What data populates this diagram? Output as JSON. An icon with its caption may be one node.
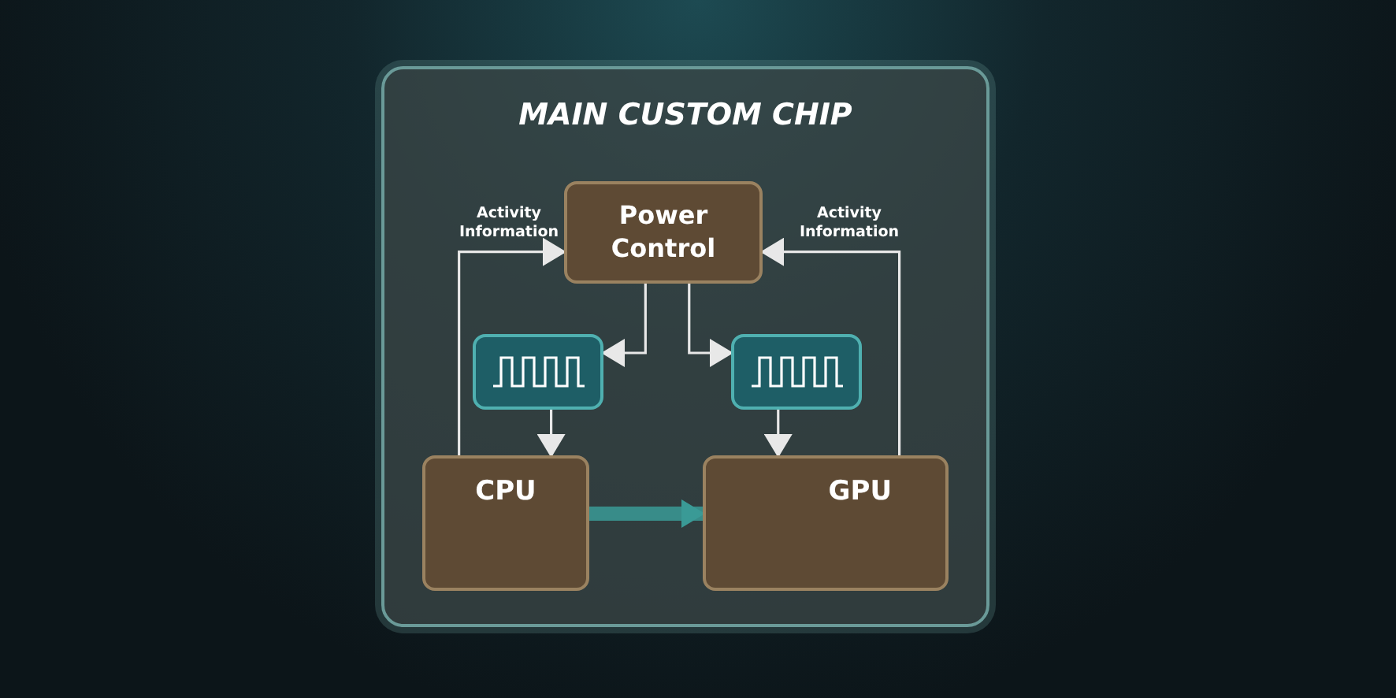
{
  "diagram": {
    "nodes": [
      {
        "text": [
          "MAIN CUSTOM CHIP"
        ]
      },
      {
        "text": [
          "Power Control"
        ],
        "in": 0
      },
      {
        "text": [],
        "shape": "box",
        "in": 0
      },
      {
        "text": [],
        "shape": "box",
        "in": 0
      },
      {
        "text": [
          "CPU"
        ],
        "in": 0
      },
      {
        "text": [
          "GPU"
        ],
        "in": 0
      }
    ],
    "edges": [
      {
        "from": 1,
        "to": 2,
        "arrow": "to"
      },
      {
        "from": 1,
        "to": 3,
        "arrow": "to"
      },
      {
        "from": 2,
        "to": 4,
        "arrow": "to"
      },
      {
        "from": 3,
        "to": 5,
        "arrow": "to"
      },
      {
        "from": 4,
        "to": 1,
        "arrow": "to",
        "label": "Activity Information"
      },
      {
        "from": 5,
        "to": 1,
        "arrow": "to",
        "label": "Activity Information"
      },
      {
        "from": 4,
        "to": 5,
        "arrow": "to",
        "style": "thick",
        "color": "#3a9a96"
      }
    ]
  }
}
